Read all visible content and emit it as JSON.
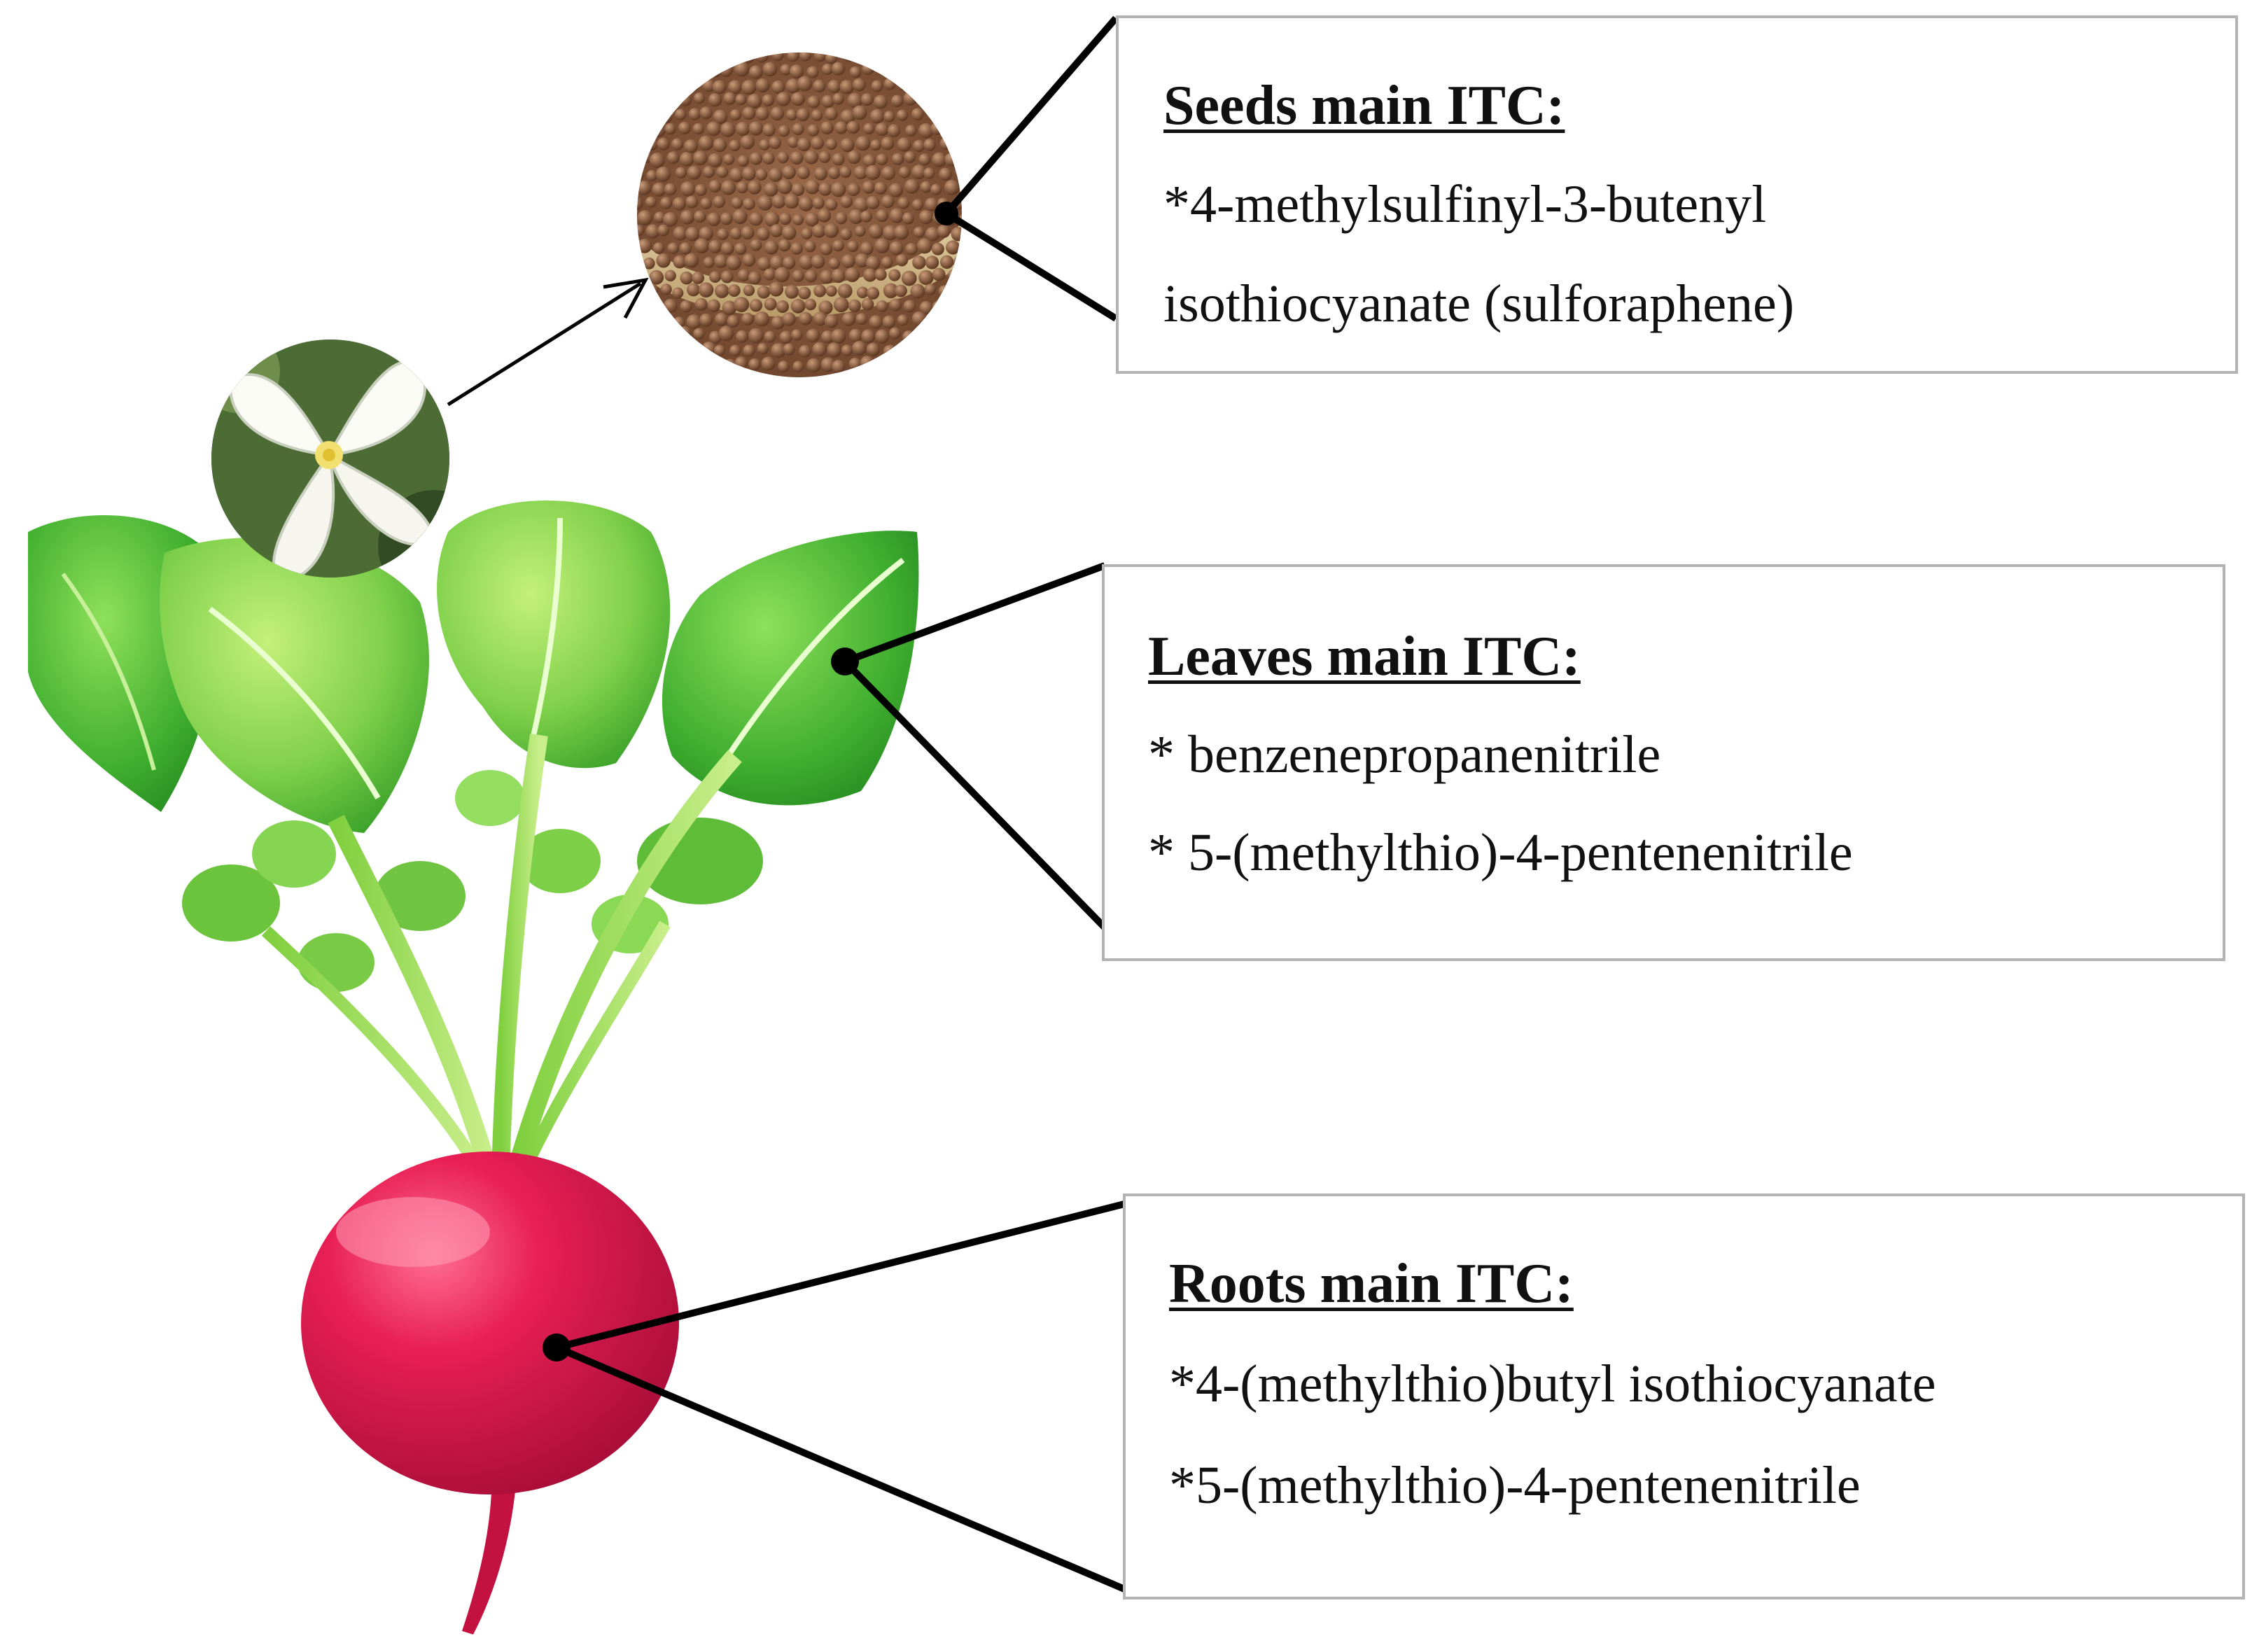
{
  "seeds": {
    "title": "Seeds main ITC:",
    "lines": [
      "*4-methylsulfinyl-3-butenyl",
      "isothiocyanate (sulforaphene)"
    ]
  },
  "leaves": {
    "title": "Leaves main ITC:",
    "lines": [
      "* benzenepropanenitrile",
      "* 5-(methylthio)-4-pentenenitrile"
    ]
  },
  "roots": {
    "title": "Roots main ITC:",
    "lines": [
      "*4-(methylthio)butyl isothiocyanate",
      "*5-(methylthio)-4-pentenenitrile"
    ]
  },
  "illustrations": {
    "flower": "radish-flower-photo",
    "seeds": "radish-seeds-photo",
    "plant": "radish-plant-illustration"
  },
  "colors": {
    "leaf_dark": "#2f9a22",
    "leaf_light": "#9fdc5c",
    "root": "#d81a4e",
    "root_dark": "#9c0d33",
    "seed": "#8a5a3c",
    "connector": "#000000",
    "box_border": "#b3b3b3"
  }
}
